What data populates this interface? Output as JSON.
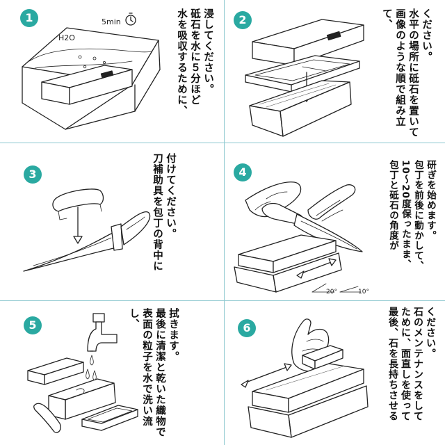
{
  "colors": {
    "badge": "#2aa9a1",
    "grid_lines": "#8cc8cf"
  },
  "steps": [
    {
      "number": "1",
      "illus_labels": {
        "water": "H2O",
        "timer": "5min"
      },
      "lines": [
        "浸してください。",
        "砥石を水に５分ほど",
        "水を吸収するために、"
      ]
    },
    {
      "number": "2",
      "lines": [
        "ください。",
        "水平の場所に砥石を置いて",
        "画像のような順で組み立て、"
      ]
    },
    {
      "number": "3",
      "lines": [
        "付けてください。",
        "刀補助具を包丁の背中に"
      ]
    },
    {
      "number": "4",
      "illus_labels": {
        "angle_a": "20°",
        "angle_b": "10°"
      },
      "lines": [
        "研ぎを始めます。",
        "包丁を前後に動かして、",
        "10～20度保ったまま、",
        "包丁と砥石の角度が"
      ]
    },
    {
      "number": "5",
      "lines": [
        "拭きます。",
        "最後に清潔と乾いた織物で",
        "表面の粒子を水で洗い流し、"
      ]
    },
    {
      "number": "6",
      "lines": [
        "ください。",
        "石のメンテナンスをして",
        "ために、面直しを使って",
        "最後、石を長持ちさせる"
      ]
    }
  ]
}
